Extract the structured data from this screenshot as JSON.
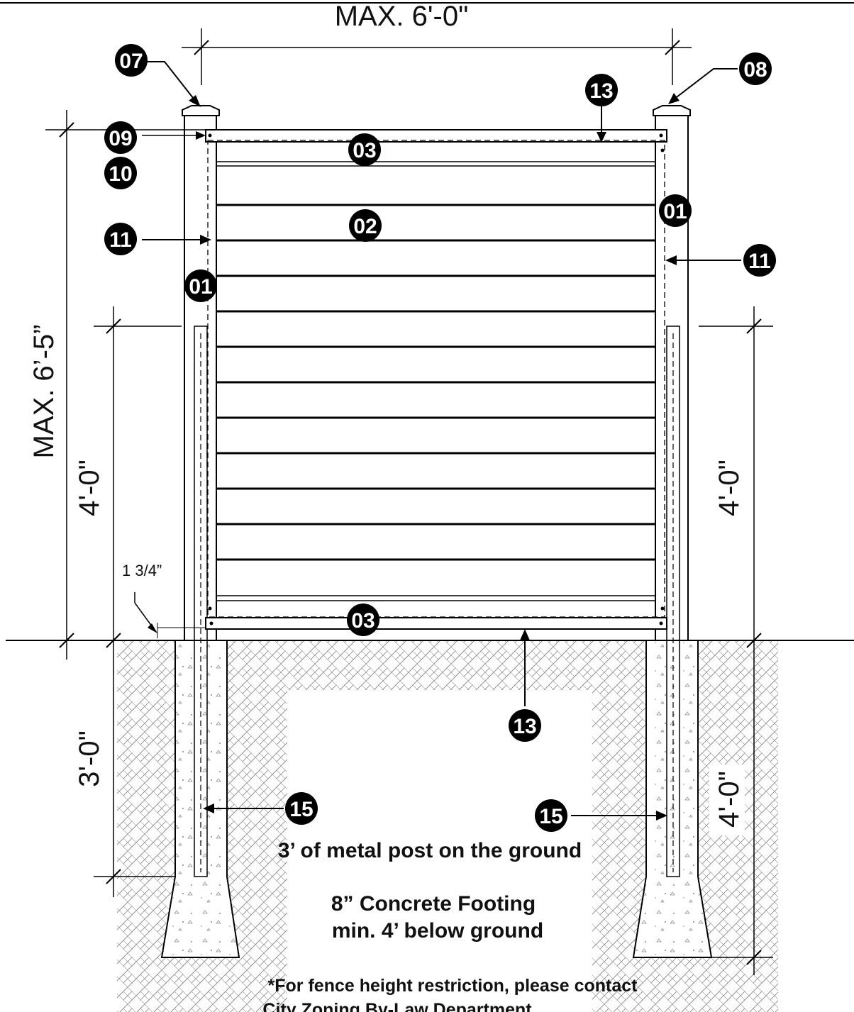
{
  "dimensions": {
    "overall_width": "MAX.  6'-0\"",
    "overall_height": "MAX. 6’-5”",
    "left_panel_height": "4'-0\"",
    "right_panel_height": "4'-0\"",
    "post_embed_depth": "3'-0\"",
    "footing_depth": "4'-0\"",
    "ground_clearance": "1 3/4”"
  },
  "callouts": [
    "07",
    "08",
    "13",
    "09",
    "10",
    "03",
    "02",
    "01",
    "11",
    "01",
    "11",
    "03",
    "13",
    "15",
    "15"
  ],
  "notes": {
    "post_note": "3’ of metal post on the ground",
    "footing_line1": "8” Concrete Footing",
    "footing_line2": "min. 4’ below ground",
    "restriction_line1": "*For fence height restriction, please contact",
    "restriction_line2": "City Zoning By-Law Department"
  },
  "board_count": 11
}
